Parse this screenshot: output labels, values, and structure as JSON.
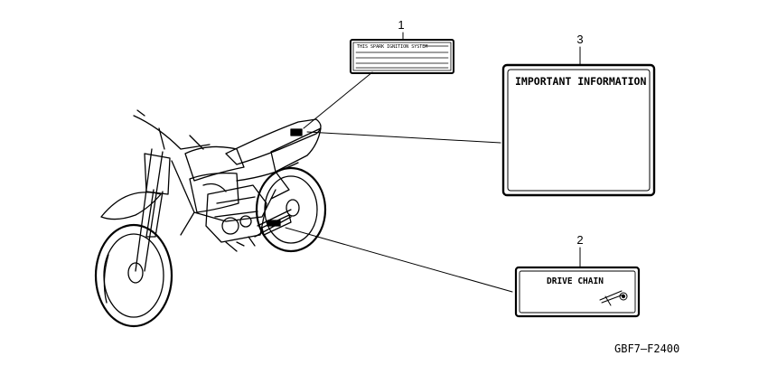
{
  "callouts": [
    {
      "number": "1",
      "label_text": "THIS SPARK IGNITION SYSTEM"
    },
    {
      "number": "2",
      "label_text": "DRIVE CHAIN"
    },
    {
      "number": "3",
      "label_text": "IMPORTANT INFORMATION"
    }
  ],
  "diagram_code": "GBF7—F2400",
  "colors": {
    "line": "#000000",
    "background": "#ffffff"
  },
  "icons": {
    "motorcycle": "dirt-bike-illustration",
    "chain": "drive-chain-adjuster-icon"
  }
}
